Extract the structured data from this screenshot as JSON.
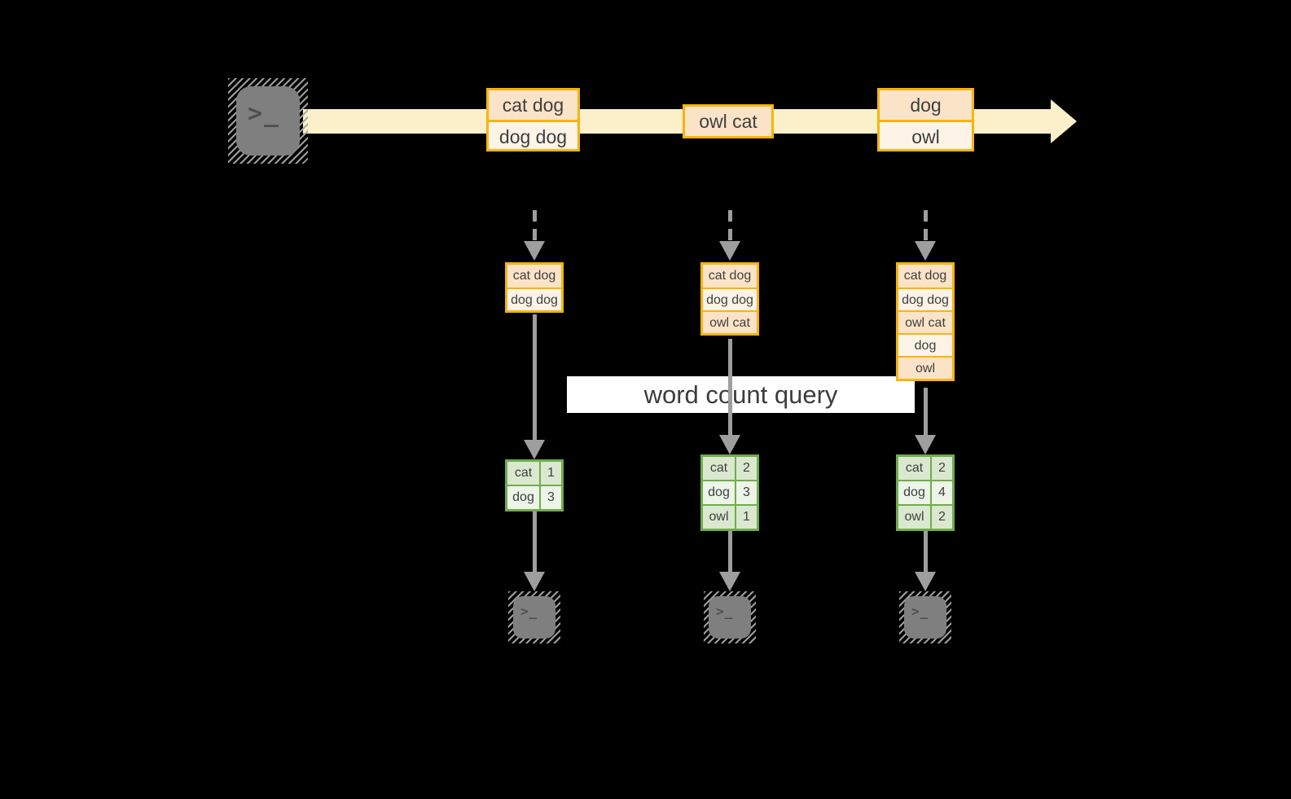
{
  "colors": {
    "canvas_bg": "#000000",
    "stream_fill": "#fbf0c9",
    "event_border": "#f7b410",
    "event_fill_dark": "#fbe3c8",
    "event_fill_light": "#fdf3e6",
    "table_border": "#70ac4d",
    "table_fill_dark": "#dbe8d0",
    "table_fill_light": "#edf4e8",
    "arrow_gray": "#9e9e9e",
    "terminal_gray": "#7f7f7f",
    "text_dark": "#3f3f3f"
  },
  "icons": {
    "terminal_glyph": ">_"
  },
  "stream": {
    "events": [
      {
        "lines": [
          "cat dog",
          "dog dog"
        ]
      },
      {
        "lines": [
          "owl cat"
        ]
      },
      {
        "lines": [
          "dog",
          "owl"
        ]
      }
    ]
  },
  "query": {
    "label": "word count query"
  },
  "columns": [
    {
      "state": [
        "cat dog",
        "dog dog"
      ],
      "counts": [
        {
          "word": "cat",
          "count": "1"
        },
        {
          "word": "dog",
          "count": "3"
        }
      ]
    },
    {
      "state": [
        "cat dog",
        "dog dog",
        "owl cat"
      ],
      "counts": [
        {
          "word": "cat",
          "count": "2"
        },
        {
          "word": "dog",
          "count": "3"
        },
        {
          "word": "owl",
          "count": "1"
        }
      ]
    },
    {
      "state": [
        "cat dog",
        "dog dog",
        "owl cat",
        "dog",
        "owl"
      ],
      "counts": [
        {
          "word": "cat",
          "count": "2"
        },
        {
          "word": "dog",
          "count": "4"
        },
        {
          "word": "owl",
          "count": "2"
        }
      ]
    }
  ]
}
